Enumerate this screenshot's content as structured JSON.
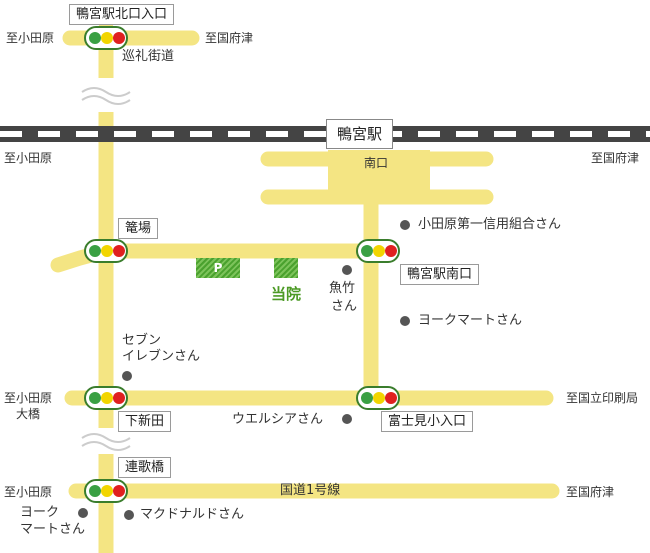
{
  "colors": {
    "road": "#f4e583",
    "rail": "#444444",
    "light_ring": "#3a7d2c",
    "lamp_green": "#3aa043",
    "lamp_yellow": "#f2d500",
    "lamp_red": "#e02020",
    "clinic": "#4c9a25",
    "dot": "#555555"
  },
  "station": {
    "name": "鴨宮駅",
    "south_exit": "南口"
  },
  "direction_labels": {
    "to_odawara_top": "至小田原",
    "to_kozu_top": "至国府津",
    "to_odawara_rail": "至小田原",
    "to_kozu_rail": "至国府津",
    "to_odawara_mid_line1": "至小田原",
    "to_odawara_mid_line2": "大橋",
    "to_printing_bureau": "至国立印刷局",
    "to_odawara_bottom": "至小田原",
    "to_kozu_bottom": "至国府津"
  },
  "street_labels": {
    "junrei": "巡礼街道",
    "route1": "国道1号線"
  },
  "intersections": {
    "kamonomiya_north": "鴨宮駅北口入口",
    "kagoba": "篭場",
    "kamonomiya_south": "鴨宮駅南口",
    "shimoshinden": "下新田",
    "fujimi": "富士見小入口",
    "rengabashi": "連歌橋"
  },
  "landmarks": {
    "shinkumi": "小田原第一信用組合さん",
    "uotake_line1": "魚竹",
    "uotake_line2": "さん",
    "yorkmart_east": "ヨークマートさん",
    "seven_line1": "セブン",
    "seven_line2": "イレブンさん",
    "welcia": "ウエルシアさん",
    "mcdonalds": "マクドナルドさん",
    "yorkmart_sw_line1": "ヨーク",
    "yorkmart_sw_line2": "マートさん"
  },
  "parking": {
    "label": "P"
  },
  "clinic": {
    "label": "当院"
  }
}
